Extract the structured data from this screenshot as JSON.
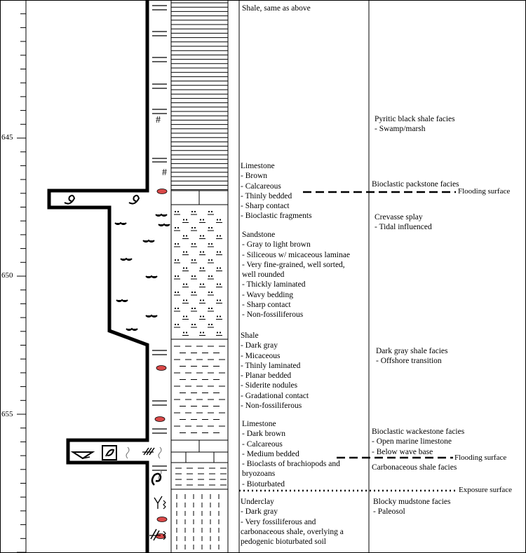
{
  "depth_axis": {
    "ticks": [
      "645",
      "650",
      "655"
    ]
  },
  "lithology": [
    {
      "id": "shale-top",
      "lines": [
        "Shale, same as above"
      ]
    },
    {
      "id": "limestone-brown",
      "lines": [
        "Limestone",
        "- Brown",
        "- Calcareous",
        "- Thinly bedded",
        "- Sharp contact",
        "- Bioclastic fragments"
      ]
    },
    {
      "id": "sandstone",
      "lines": [
        "Sandstone",
        " - Gray to light brown",
        " - Siliceous w/ micaceous laminae",
        " - Very fine-grained, well sorted,",
        "well rounded",
        " - Thickly laminated",
        " - Wavy bedding",
        " - Sharp contact",
        " - Non-fossiliferous"
      ]
    },
    {
      "id": "shale-dark-gray",
      "lines": [
        "Shale",
        "- Dark gray",
        "- Micaceous",
        "- Thinly laminated",
        "- Planar bedded",
        "- Siderite nodules",
        "- Gradational contact",
        "- Non-fossiliferous"
      ]
    },
    {
      "id": "limestone-dark-brown",
      "lines": [
        "Limestone",
        " - Dark brown",
        " - Calcareous",
        " - Medium bedded",
        " - Bioclasts of brachiopods and",
        " bryozoans",
        " - Bioturbated"
      ]
    },
    {
      "id": "underclay",
      "lines": [
        "Underclay",
        "- Dark gray",
        "- Very fossiliferous and",
        "carbonaceous shale, overlying a",
        "pedogenic bioturbated soil"
      ]
    }
  ],
  "facies": [
    {
      "id": "pyritic-black-shale",
      "lines": [
        "Pyritic black shale facies",
        " - Swamp/marsh"
      ]
    },
    {
      "id": "bioclastic-packstone",
      "lines": [
        "Bioclastic packstone facies"
      ]
    },
    {
      "id": "crevasse-splay",
      "lines": [
        "Crevasse splay",
        " - Tidal influenced"
      ]
    },
    {
      "id": "dark-gray-shale",
      "lines": [
        "Dark gray shale facies",
        " - Offshore transition"
      ]
    },
    {
      "id": "bioclastic-wackestone",
      "lines": [
        "Bioclastic wackestone facies",
        " - Open marine limestone",
        " - Below wave base"
      ]
    },
    {
      "id": "carbonaceous-shale",
      "lines": [
        "Carbonaceous shale facies"
      ]
    },
    {
      "id": "blocky-mudstone",
      "lines": [
        "Blocky mudstone facies",
        " - Paleosol"
      ]
    }
  ],
  "surfaces": {
    "flooding_upper": "Flooding surface",
    "flooding_lower": "Flooding surface",
    "exposure": "Exposure surface"
  },
  "symbols": {
    "pyrite_mark": "#",
    "nodule_color": "#d94848",
    "icons": [
      "horizontal-lamination-icon",
      "pyrite-icon",
      "siderite-nodule-icon",
      "brachiopod-icon",
      "ripple-icon",
      "bioturbation-icon",
      "root-trace-icon"
    ]
  }
}
